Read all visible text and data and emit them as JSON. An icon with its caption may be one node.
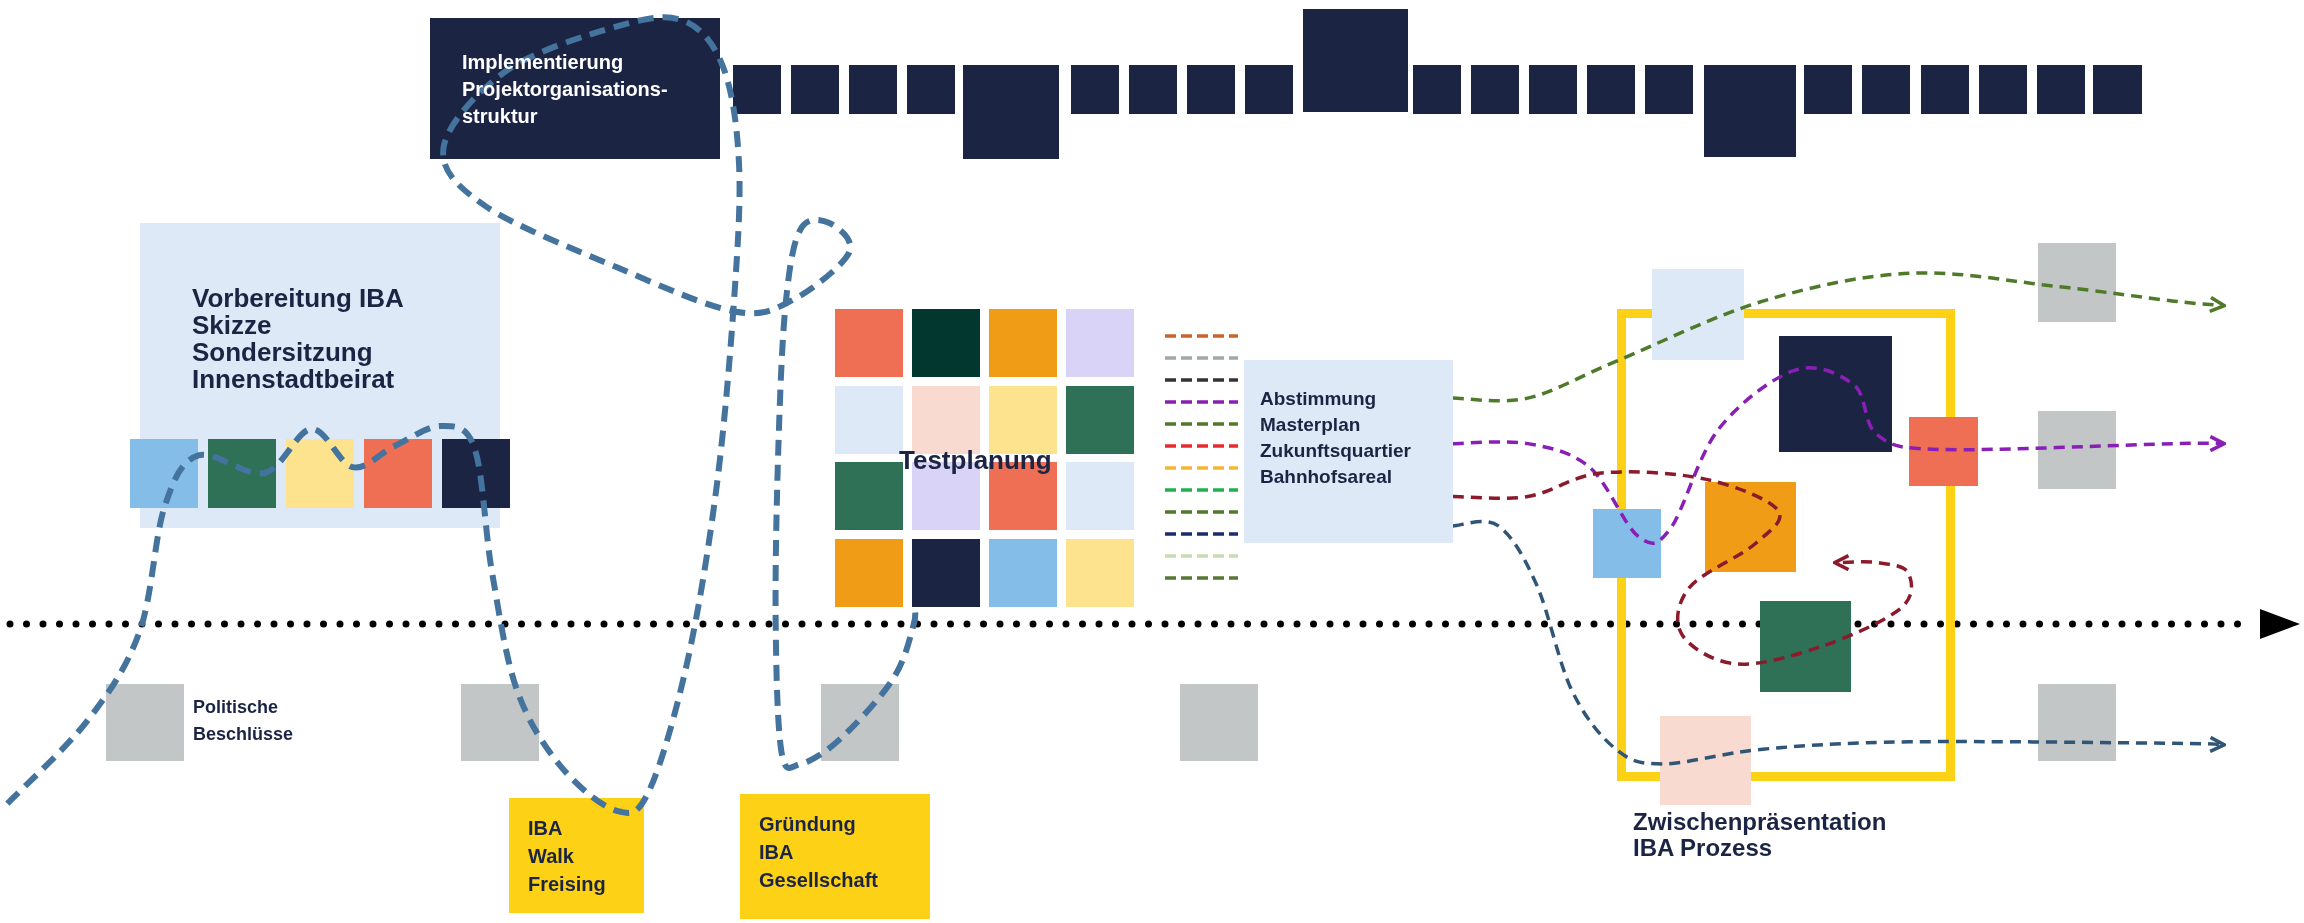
{
  "diagram": {
    "nodes": [
      {
        "text": [
          "Implementierung Projektorganisations-struktur"
        ]
      },
      {
        "text": [
          "Vorbereitung IBA",
          "Skizze",
          "Sondersitzung",
          "Innenstadtbeirat"
        ]
      },
      {
        "text": [
          "Testplanung"
        ]
      },
      {
        "text": [
          "Abstimmung Masterplan Zukunftsquartier Bahnhofsareal"
        ]
      },
      {
        "text": [
          "Zwischenpräsentation IBA Prozess"
        ]
      },
      {
        "text": [
          "IBA Walk Freising"
        ]
      },
      {
        "text": [
          "Gründung IBA Gesellschaft"
        ]
      },
      {
        "text": [],
        "shape": "box",
        "beside": [
          "Politische Beschlüsse"
        ]
      },
      {
        "text": [],
        "shape": "box"
      },
      {
        "text": [],
        "shape": "box"
      },
      {
        "text": [],
        "shape": "box"
      },
      {
        "text": [],
        "shape": "box"
      },
      {
        "text": [],
        "shape": "box"
      },
      {
        "text": [],
        "shape": "box"
      }
    ],
    "edges": [
      {
        "from": null,
        "to": 2,
        "arrow": "none",
        "style": "dashed",
        "color": "#44739e"
      },
      {
        "from": 3,
        "to": null,
        "arrow": "to",
        "style": "dashed",
        "color": "#4e7a2a"
      },
      {
        "from": 3,
        "to": null,
        "arrow": "to",
        "style": "dashed",
        "color": "#8a1fb5"
      },
      {
        "from": 3,
        "to": 4,
        "arrow": "to",
        "style": "dashed",
        "color": "#8b1a2b"
      },
      {
        "from": 3,
        "to": null,
        "arrow": "to",
        "style": "dashed",
        "color": "#2f5577"
      }
    ]
  }
}
